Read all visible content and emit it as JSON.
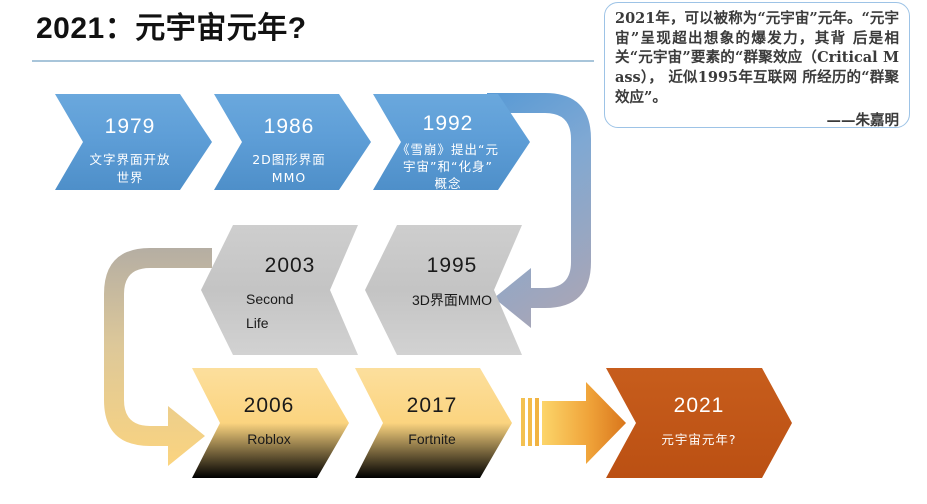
{
  "slide": {
    "title": "2021：元宇宙元年?",
    "background_color": "#ffffff",
    "rule_color": "#a8c5da"
  },
  "quote": {
    "text": "2021年，可以被称为“元宇宙”元年。“元宇宙”呈现超出想象的爆发力，其背 后是相关“元宇宙”要素的“群聚效应（Critical Mass）， 近似1995年互联网 所经历的“群聚效应”。",
    "author": "——朱嘉明",
    "border_color": "#9dc3e6"
  },
  "timeline": {
    "row_blue": {
      "color": "#5b9bd5",
      "text_color": "#ffffff",
      "direction": "right",
      "items": [
        {
          "year": "1979",
          "desc_lines": [
            "文字界面开放",
            "世界"
          ]
        },
        {
          "year": "1986",
          "desc_lines": [
            "2D图形界面",
            "MMO"
          ]
        },
        {
          "year": "1992",
          "desc_lines": [
            "《雪崩》提出“元",
            "宇宙”和“化身”",
            "概念"
          ]
        }
      ]
    },
    "row_gray": {
      "color": "#bfbfbf",
      "text_color": "#1a1a1a",
      "direction": "left",
      "items": [
        {
          "year": "2003",
          "desc_lines": [
            "Second",
            "Life"
          ]
        },
        {
          "year": "1995",
          "desc_lines": [
            "3D界面MMO"
          ]
        }
      ]
    },
    "row_yellow": {
      "color": "#fbd47f",
      "text_color": "#1a1a1a",
      "direction": "right",
      "items": [
        {
          "year": "2006",
          "desc_lines": [
            "Roblox"
          ]
        },
        {
          "year": "2017",
          "desc_lines": [
            "Fortnite"
          ]
        }
      ]
    },
    "final": {
      "color": "#c0551a",
      "text_color": "#ffffff",
      "year": "2021",
      "desc_lines": [
        "元宇宙元年?"
      ]
    },
    "connectors": [
      {
        "name": "blue-to-gray",
        "from_color": "#5b9bd5",
        "to_color": "#a6a6b8",
        "shape": "u-turn-down-left"
      },
      {
        "name": "gray-to-yellow",
        "from_color": "#b3ada4",
        "to_color": "#fbd47f",
        "shape": "u-turn-down-right"
      },
      {
        "name": "yellow-to-final",
        "from_color": "#fcd265",
        "to_color": "#dd7b1e",
        "shape": "straight-right"
      }
    ]
  }
}
